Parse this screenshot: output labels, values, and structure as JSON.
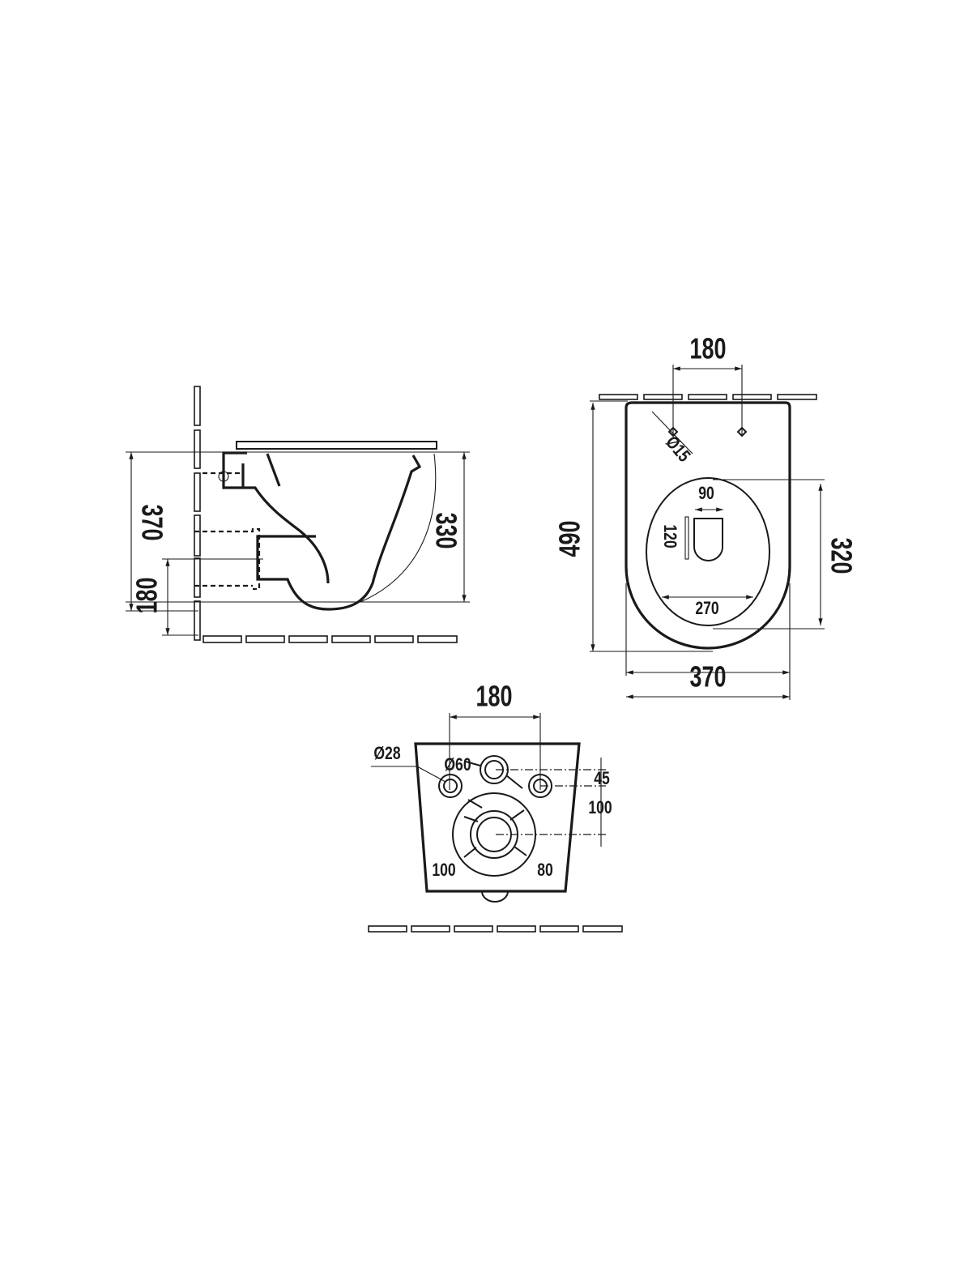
{
  "side_view": {
    "dim_overall_height": "370",
    "dim_outlet_height": "180",
    "dim_bowl_height": "330"
  },
  "top_view": {
    "dim_bolt_spacing": "180",
    "dim_bolt_hole": "Ø15",
    "dim_length": "490",
    "dim_opening_length": "320",
    "dim_width": "370",
    "dim_opening_width": "270",
    "dim_outlet_width": "90",
    "dim_outlet_length": "120"
  },
  "back_view": {
    "dim_bolt_spacing": "180",
    "dim_bolt_hole": "Ø28",
    "dim_inlet": "Ø60",
    "dim_inlet_offset": "45",
    "dim_outlet_offset": "100",
    "dim_outlet_outer": "100",
    "dim_outlet_inner": "80"
  }
}
